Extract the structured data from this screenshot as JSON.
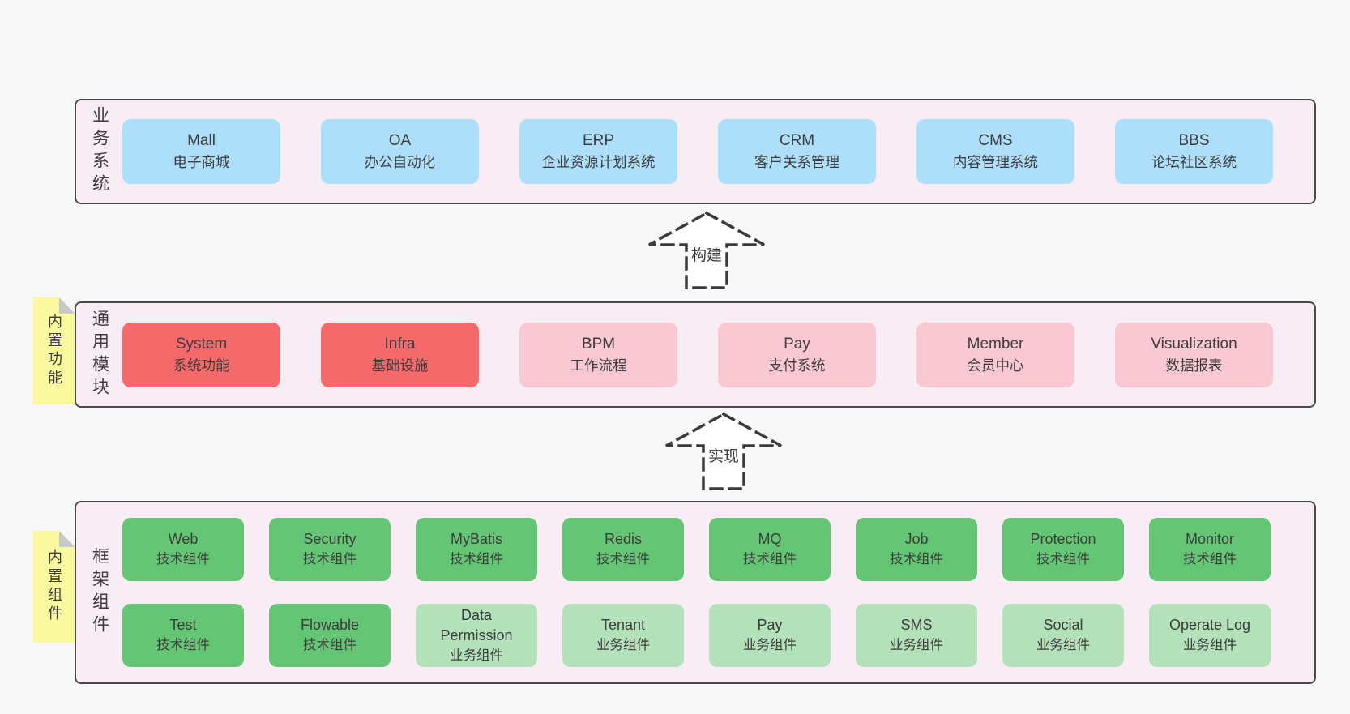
{
  "colors": {
    "page_bg": "#f8f8f8",
    "panel_bg": "#f8ecf5",
    "panel_border": "#4a4a4a",
    "business_box_blue": "#addffa",
    "module_box_red": "#f5696b",
    "module_box_pink": "#f9c8d2",
    "component_box_green": "#64c674",
    "component_box_light_green": "#b3e2ba",
    "note_yellow": "#fbf99f",
    "note_fold_gray": "#c9c9c9",
    "text": "#3c3c3c"
  },
  "arrows": {
    "build": "构建",
    "implement": "实现"
  },
  "business": {
    "label": "业务系统",
    "items": [
      {
        "name": "Mall",
        "desc": "电子商城"
      },
      {
        "name": "OA",
        "desc": "办公自动化"
      },
      {
        "name": "ERP",
        "desc": "企业资源计划系统"
      },
      {
        "name": "CRM",
        "desc": "客户关系管理"
      },
      {
        "name": "CMS",
        "desc": "内容管理系统"
      },
      {
        "name": "BBS",
        "desc": "论坛社区系统"
      }
    ]
  },
  "modules": {
    "label": "通用模块",
    "note": "内置功能",
    "items": [
      {
        "name": "System",
        "desc": "系统功能"
      },
      {
        "name": "Infra",
        "desc": "基础设施"
      },
      {
        "name": "BPM",
        "desc": "工作流程"
      },
      {
        "name": "Pay",
        "desc": "支付系统"
      },
      {
        "name": "Member",
        "desc": "会员中心"
      },
      {
        "name": "Visualization",
        "desc": "数据报表"
      }
    ]
  },
  "framework": {
    "label": "框架组件",
    "note": "内置组件",
    "row1": [
      {
        "name": "Web",
        "desc": "技术组件"
      },
      {
        "name": "Security",
        "desc": "技术组件"
      },
      {
        "name": "MyBatis",
        "desc": "技术组件"
      },
      {
        "name": "Redis",
        "desc": "技术组件"
      },
      {
        "name": "MQ",
        "desc": "技术组件"
      },
      {
        "name": "Job",
        "desc": "技术组件"
      },
      {
        "name": "Protection",
        "desc": "技术组件"
      },
      {
        "name": "Monitor",
        "desc": "技术组件"
      }
    ],
    "row2": [
      {
        "name": "Test",
        "desc": "技术组件"
      },
      {
        "name": "Flowable",
        "desc": "技术组件"
      },
      {
        "name": "Data Permission",
        "desc": "业务组件"
      },
      {
        "name": "Tenant",
        "desc": "业务组件"
      },
      {
        "name": "Pay",
        "desc": "业务组件"
      },
      {
        "name": "SMS",
        "desc": "业务组件"
      },
      {
        "name": "Social",
        "desc": "业务组件"
      },
      {
        "name": "Operate Log",
        "desc": "业务组件"
      }
    ]
  }
}
